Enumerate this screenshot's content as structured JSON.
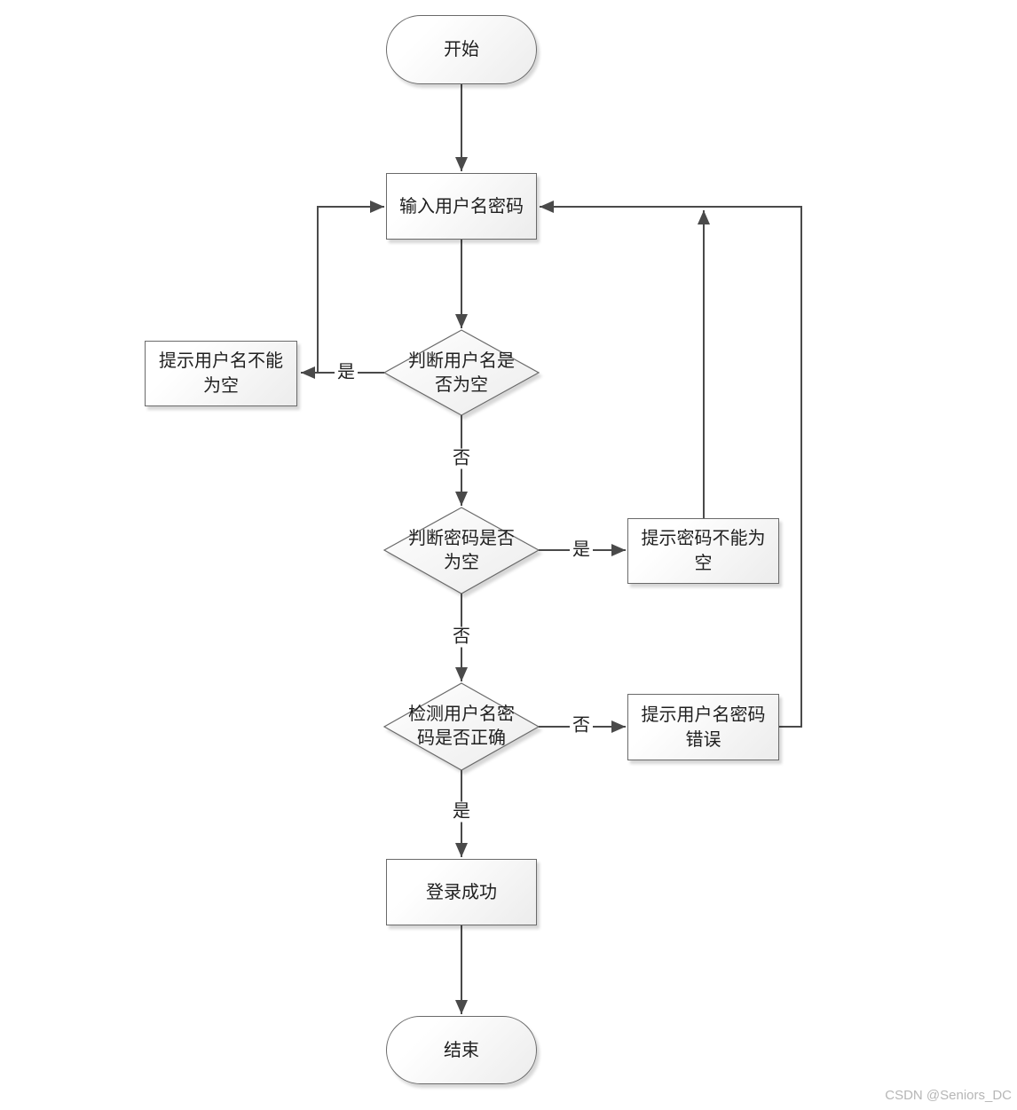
{
  "page": {
    "background": "#ffffff",
    "watermark_text": "CSDN @Seniors_DC"
  },
  "flowchart": {
    "nodes": {
      "start": {
        "type": "terminator",
        "label": "开始"
      },
      "input": {
        "type": "process",
        "label": "输入用户名密码"
      },
      "check_username": {
        "type": "decision",
        "label": "判断用户名是\n否为空"
      },
      "tip_username_empty": {
        "type": "process",
        "label": "提示用户名不能\n为空"
      },
      "check_password": {
        "type": "decision",
        "label": "判断密码是否\n为空"
      },
      "tip_password_empty": {
        "type": "process",
        "label": "提示密码不能为\n空"
      },
      "check_credentials": {
        "type": "decision",
        "label": "检测用户名密\n码是否正确"
      },
      "tip_wrong_credentials": {
        "type": "process",
        "label": "提示用户名密码\n错误"
      },
      "login_success": {
        "type": "process",
        "label": "登录成功"
      },
      "end": {
        "type": "terminator",
        "label": "结束"
      }
    },
    "edge_labels": {
      "username_empty_yes": "是",
      "username_empty_no": "否",
      "password_empty_yes": "是",
      "password_empty_no": "否",
      "credentials_no": "否",
      "credentials_yes": "是"
    },
    "colors": {
      "line": "#4a4a4a",
      "node_border": "#6a6a6a",
      "text": "#1f1f1f",
      "watermark": "#b6b6b6",
      "background": "#ffffff"
    }
  }
}
